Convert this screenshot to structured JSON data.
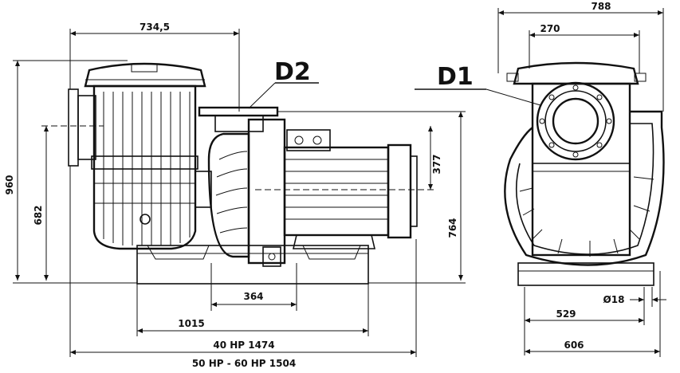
{
  "dimensions": {
    "top_left": "734,5",
    "top_right": "788",
    "inner_right": "270",
    "height_total": "960",
    "height_inlet": "682",
    "height_377": "377",
    "height_764": "764",
    "base_364": "364",
    "base_1015": "1015",
    "length_40hp": "40 HP 1474",
    "length_50_60hp": "50 HP - 60 HP 1504",
    "width_529": "529",
    "width_606": "606",
    "hole_diameter": "Ø18"
  },
  "labels": {
    "d1": "D1",
    "d2": "D2"
  },
  "colors": {
    "line": "#111111",
    "background": "#ffffff"
  }
}
